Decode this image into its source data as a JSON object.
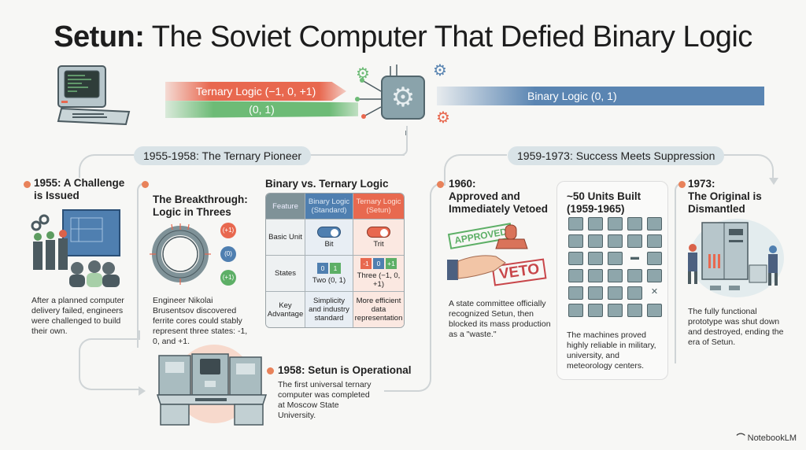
{
  "title": {
    "bold": "Setun:",
    "rest": "The Soviet Computer That Defied Binary Logic"
  },
  "banner": {
    "ternary_stream": "Ternary Logic (−1, 0, +1)",
    "binary_small_stream": "(0, 1)",
    "binary_stream": "Binary Logic (0, 1)",
    "icons": [
      "retro-computer-icon",
      "microchip-gear-icon",
      "gear-icon"
    ]
  },
  "sections": [
    {
      "label": "1955-1958: The Ternary Pioneer"
    },
    {
      "label": "1959-1973: Success Meets Suppression"
    }
  ],
  "events": {
    "e1955": {
      "heading": "1955: A Challenge is Issued",
      "heading_l1": "1955: A Challenge",
      "heading_l2": "is Issued",
      "text": "After a planned computer delivery failed, engineers were challenged to build their own."
    },
    "breakthrough": {
      "heading_l1": "The Breakthrough:",
      "heading_l2": "Logic in Threes",
      "text": "Engineer Nikolai Brusentsov discovered ferrite cores could stably represent three states: -1, 0, and +1.",
      "badges": [
        "(+1)",
        "(0)",
        "(+1)"
      ]
    },
    "e1958": {
      "heading": "1958: Setun is Operational",
      "text": "The first universal ternary computer was completed at Moscow State University."
    },
    "e1960": {
      "heading_l1": "1960:",
      "heading_l2": "Approved and",
      "heading_l3": "Immediately Vetoed",
      "text": "A state committee officially recognized Setun, then blocked its mass production as a \"waste.\"",
      "stamp_approved": "APPROVED",
      "stamp_veto": "VETO"
    },
    "units": {
      "heading_l1": "~50 Units Built",
      "heading_l2": "(1959-1965)",
      "text": "The machines proved highly reliable in military, university, and meteorology centers.",
      "grid_count": 30,
      "special_icons": {
        "13": "tank",
        "24": "satellite"
      }
    },
    "e1973": {
      "heading_l1": "1973:",
      "heading_l2": "The Original is",
      "heading_l3": "Dismantled",
      "text": "The fully functional prototype was shut down and destroyed, ending the era of Setun."
    }
  },
  "comparison": {
    "title": "Binary vs. Ternary Logic",
    "headers": [
      "Feature",
      "Binary Logic (Standard)",
      "Ternary Logic (Setun)"
    ],
    "rows": [
      {
        "feature": "Basic Unit",
        "binary": "Bit",
        "ternary": "Trit"
      },
      {
        "feature": "States",
        "binary": "Two (0, 1)",
        "ternary": "Three (−1, 0, +1)",
        "binary_squares": [
          "0",
          "1"
        ],
        "ternary_squares": [
          "-1",
          "0",
          "+1"
        ]
      },
      {
        "feature": "Key Advantage",
        "binary": "Simplicity and industry standard",
        "ternary": "More efficient data representation"
      }
    ]
  },
  "colors": {
    "ternary": "#e8684f",
    "binary_green": "#6dbb76",
    "binary_blue": "#5a85b2",
    "pill": "#d9e3e7",
    "dot": "#e8825a"
  },
  "footer": {
    "brand": "NotebookLM"
  }
}
